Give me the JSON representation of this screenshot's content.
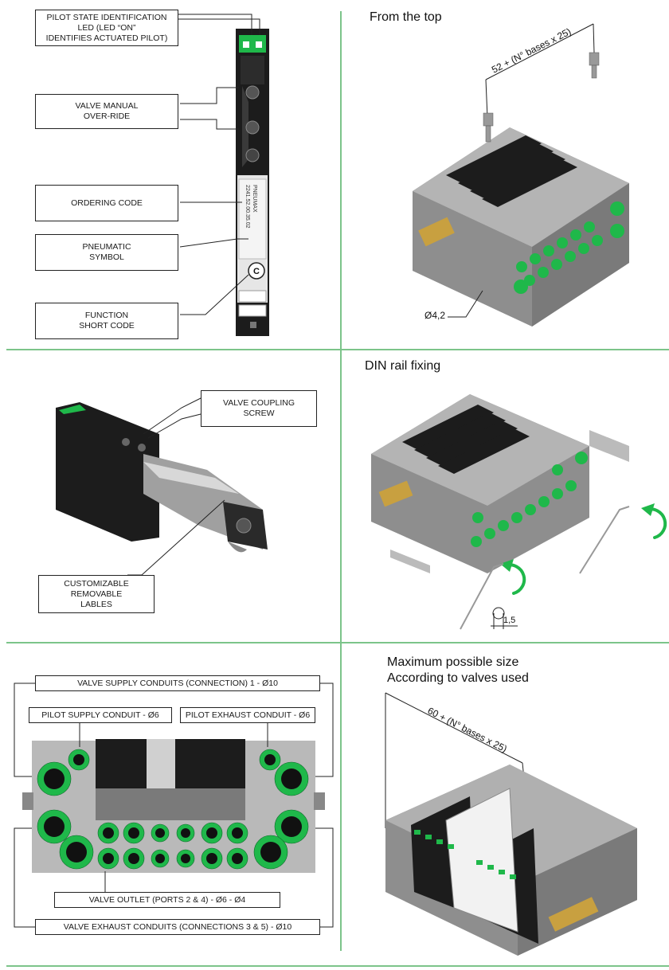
{
  "cells": {
    "top_view": {
      "title": "From the top",
      "dimension": "52 + (N° bases x 25)",
      "hole": "Ø4,2"
    },
    "din_rail": {
      "title": "DIN rail fixing",
      "wrench": "1,5"
    },
    "max_size": {
      "title_line1": "Maximum possible size",
      "title_line2": "According to valves used",
      "dimension": "60 + (N° bases x 25)"
    }
  },
  "valve_callouts": {
    "led": [
      "PILOT STATE IDENTIFICATION",
      "LED (LED “ON”",
      "IDENTIFIES ACTUATED PILOT)"
    ],
    "override": [
      "VALVE MANUAL",
      "OVER-RIDE"
    ],
    "ordering": [
      "ORDERING CODE"
    ],
    "symbol": [
      "PNEUMATIC",
      "SYMBOL"
    ],
    "function": [
      "FUNCTION",
      "SHORT CODE"
    ]
  },
  "coupling_callouts": {
    "screw": [
      "VALVE COUPLING",
      "SCREW"
    ],
    "labels": [
      "CUSTOMIZABLE",
      "REMOVABLE",
      "LABLES"
    ]
  },
  "manifold_callouts": {
    "supply": "VALVE SUPPLY CONDUITS (CONNECTION) 1 - Ø10",
    "pilot_supply": "PILOT SUPPLY CONDUIT - Ø6",
    "pilot_exhaust": "PILOT EXHAUST CONDUIT - Ø6",
    "outlet": "VALVE OUTLET (PORTS  2 & 4) - Ø6 - Ø4",
    "exhaust": "VALVE EXHAUST CONDUITS (CONNECTIONS 3 & 5) - Ø10"
  },
  "product": {
    "brand": "PNEUMAX",
    "code": "2241.52.00.35.02",
    "function_code": "C"
  },
  "colors": {
    "grid": "#7cc48a",
    "fitting_green": "#1fb84a",
    "housing_gray": "#9a9a9a",
    "valve_black": "#1c1c1c"
  }
}
